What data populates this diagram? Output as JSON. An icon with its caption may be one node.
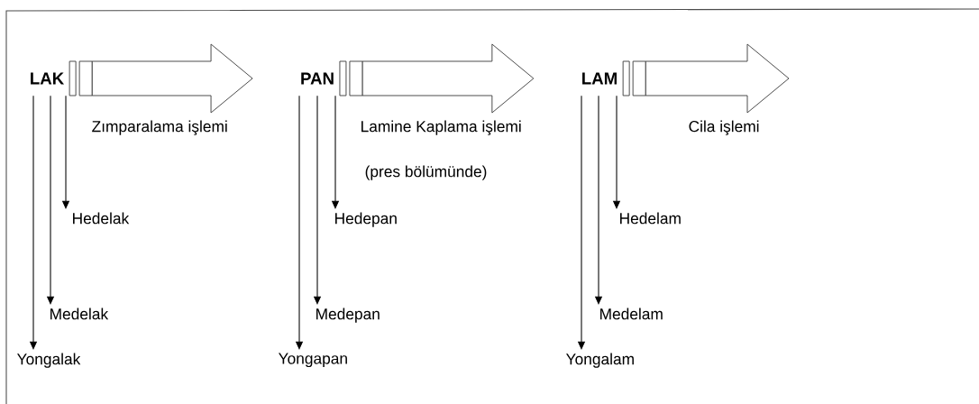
{
  "diagram": {
    "nodes": [
      {
        "text": [
          "LAK"
        ]
      },
      {
        "text": [
          "PAN"
        ]
      },
      {
        "text": [
          "LAM"
        ]
      },
      {
        "text": [
          "Hedelak"
        ]
      },
      {
        "text": [
          "Medelak"
        ]
      },
      {
        "text": [
          "Yongalak"
        ]
      },
      {
        "text": [
          "Hedepan"
        ]
      },
      {
        "text": [
          "Medepan"
        ]
      },
      {
        "text": [
          "Yongapan"
        ]
      },
      {
        "text": [
          "Hedelam"
        ]
      },
      {
        "text": [
          "Medelam"
        ]
      },
      {
        "text": [
          "Yongalam"
        ]
      }
    ],
    "edges": [
      {
        "from": 0,
        "to": 1,
        "arrow": "to",
        "style": "thick",
        "label": "Zımparalama işlemi"
      },
      {
        "from": 1,
        "to": 2,
        "arrow": "to",
        "style": "thick",
        "label": "Lamine Kaplama işlemi"
      },
      {
        "from": 2,
        "to": null,
        "arrow": "to",
        "style": "thick",
        "label": "Cila işlemi"
      },
      {
        "from": 0,
        "to": 3,
        "arrow": "to"
      },
      {
        "from": 0,
        "to": 4,
        "arrow": "to"
      },
      {
        "from": 0,
        "to": 5,
        "arrow": "to"
      },
      {
        "from": 1,
        "to": 6,
        "arrow": "to"
      },
      {
        "from": 1,
        "to": 7,
        "arrow": "to"
      },
      {
        "from": 1,
        "to": 8,
        "arrow": "to"
      },
      {
        "from": 2,
        "to": 9,
        "arrow": "to"
      },
      {
        "from": 2,
        "to": 10,
        "arrow": "to"
      },
      {
        "from": 2,
        "to": 11,
        "arrow": "to"
      }
    ],
    "labels": [
      "(pres bölümünde)"
    ]
  }
}
